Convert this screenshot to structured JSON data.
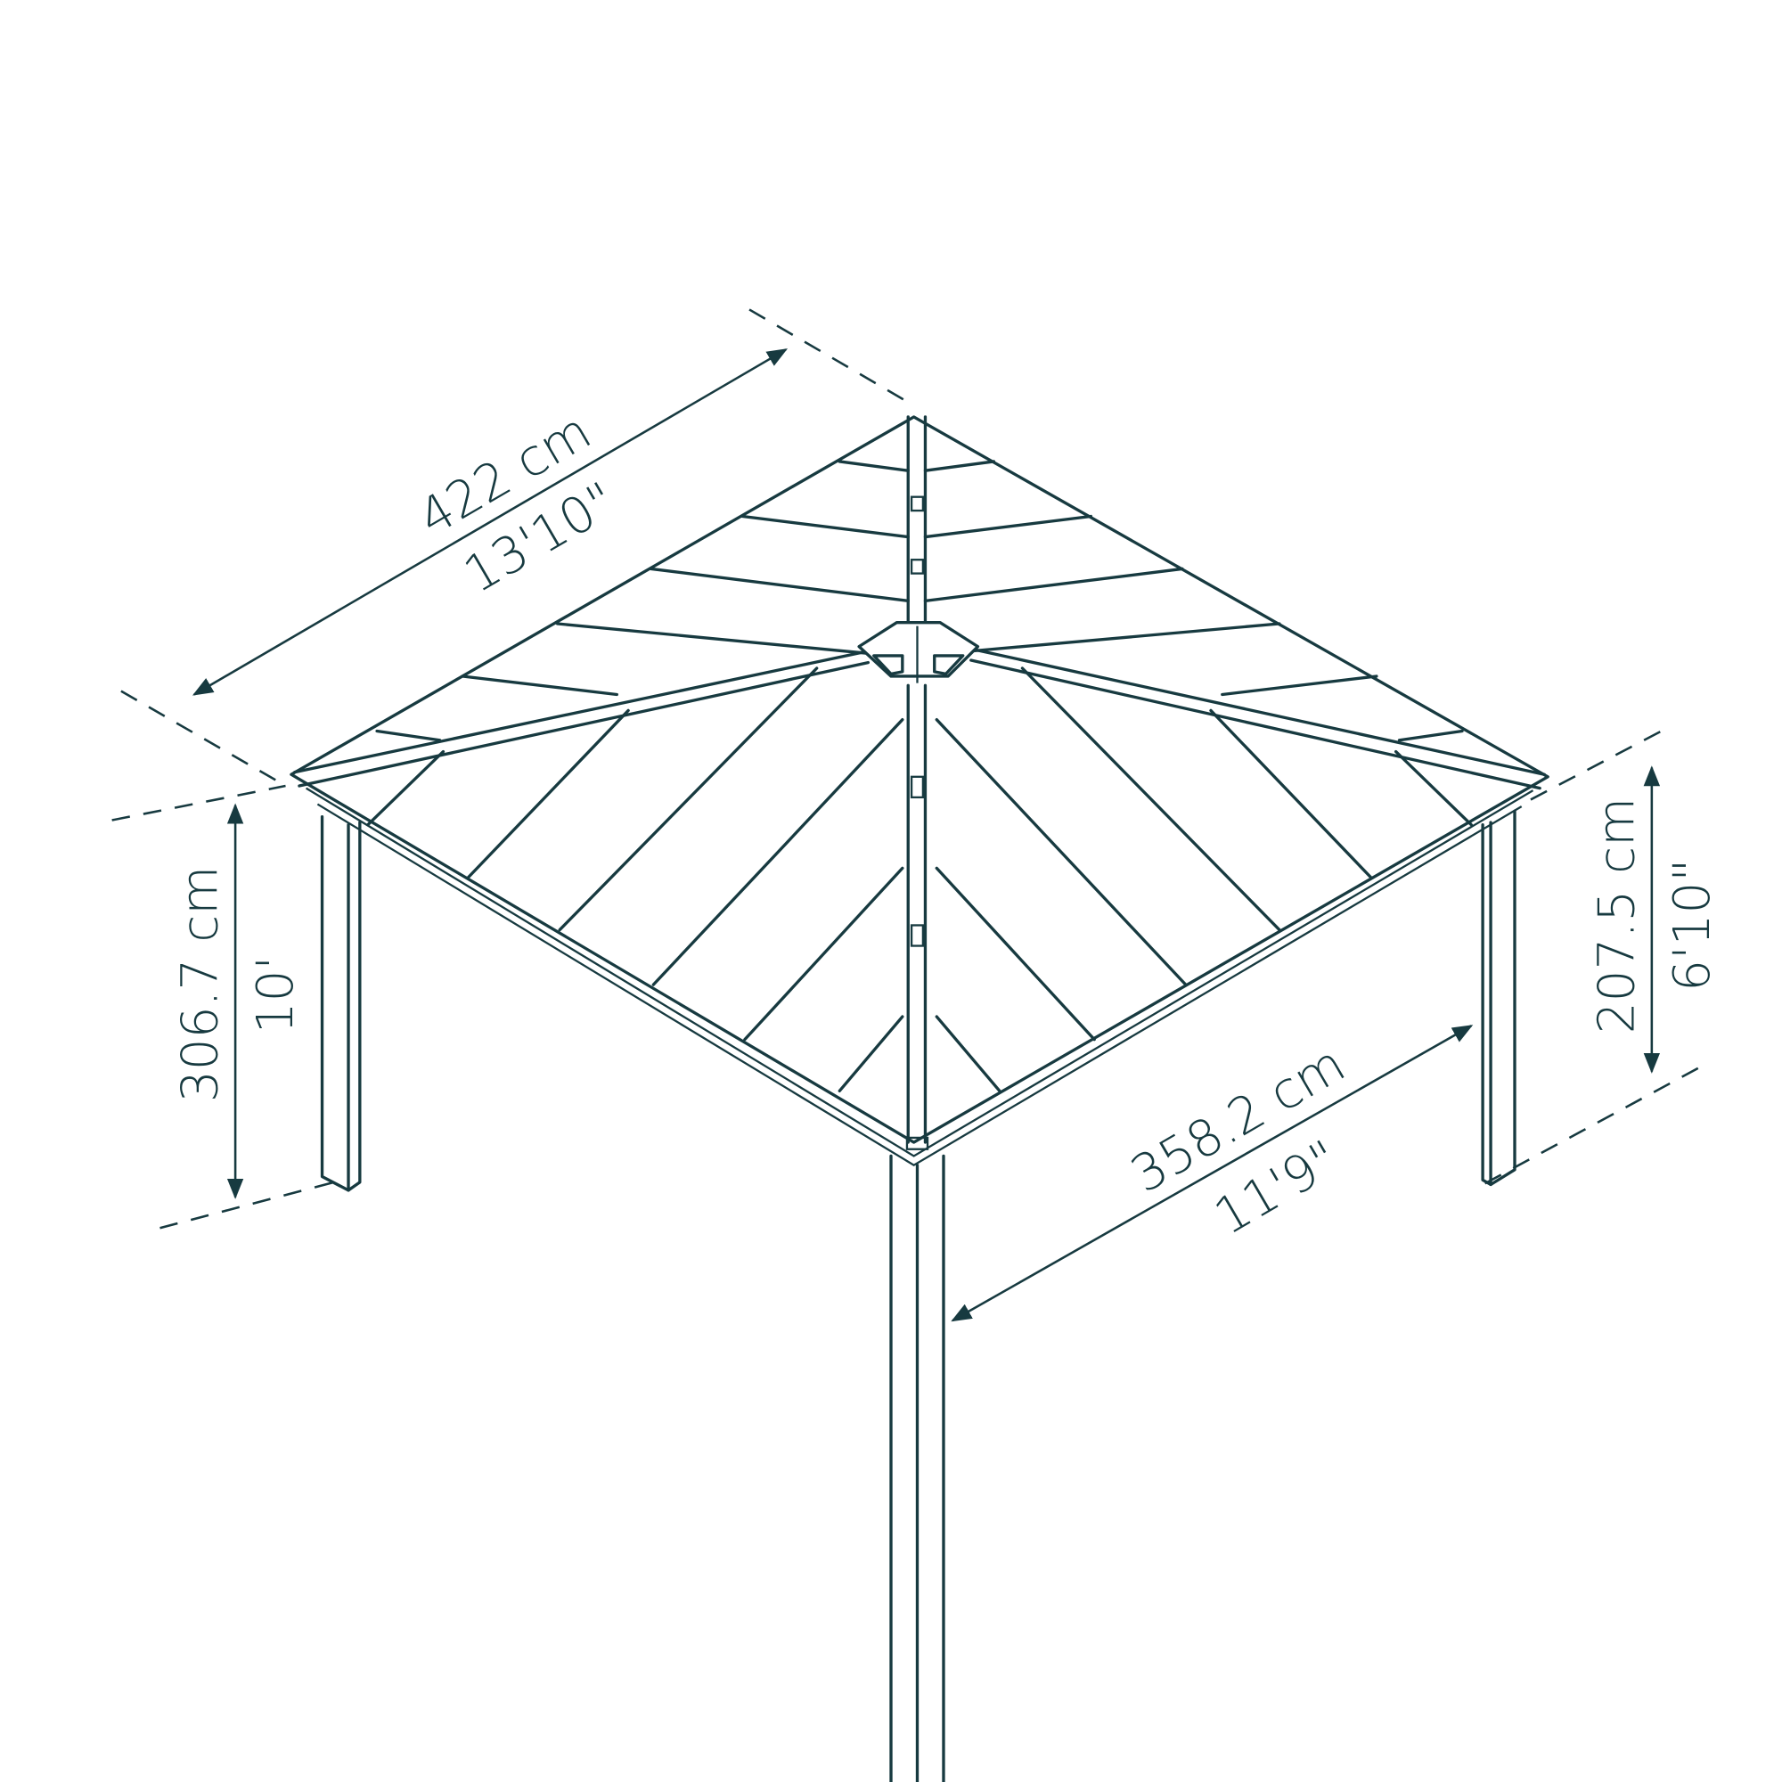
{
  "diagram": {
    "subject": "Hip-roof gazebo (isometric line drawing with dimensions)",
    "colors": {
      "line": "#173a40",
      "background": "#ffffff"
    },
    "dimensions": {
      "length_top": {
        "metric": "422 cm",
        "imperial": "13'10\""
      },
      "overall_height": {
        "metric": "306.7 cm",
        "imperial": "10'"
      },
      "side_clearance_height": {
        "metric": "207.5 cm",
        "imperial": "6'10\""
      },
      "post_to_post_width": {
        "metric": "358.2 cm",
        "imperial": "11'9\""
      }
    }
  }
}
